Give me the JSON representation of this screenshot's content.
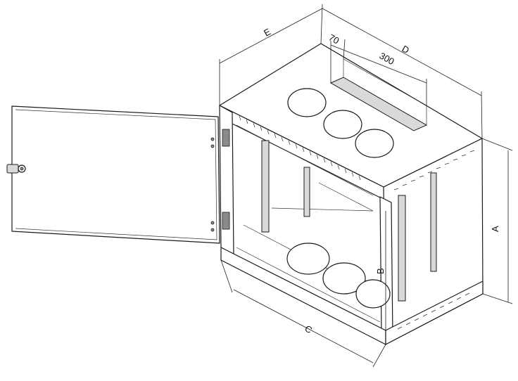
{
  "dimension_labels": {
    "a": "A",
    "b": "B",
    "c": "C",
    "d": "D",
    "e": "E",
    "d70": "70",
    "d300": "300"
  }
}
